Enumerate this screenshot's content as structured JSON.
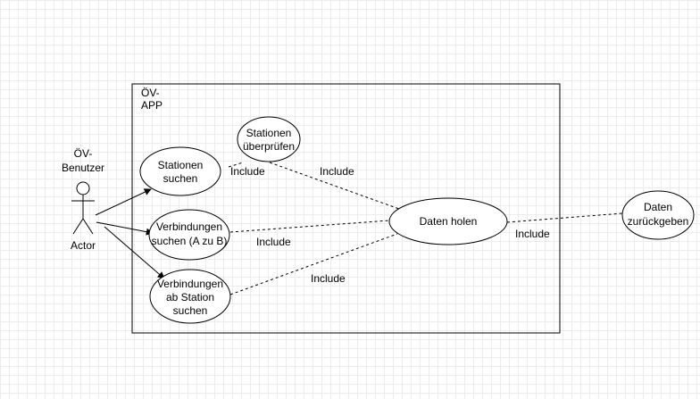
{
  "system": {
    "title_lines": [
      "ÖV-",
      "APP"
    ]
  },
  "actor": {
    "name_lines": [
      "ÖV-",
      "Benutzer"
    ],
    "label": "Actor"
  },
  "use_cases": {
    "stationen_suchen": [
      "Stationen",
      "suchen"
    ],
    "stationen_ueberpruefen": [
      "Stationen",
      "überprüfen"
    ],
    "verbindungen_suchen": [
      "Verbindungen",
      "suchen (A zu B)"
    ],
    "verbindungen_ab_station": [
      "Verbindungen",
      "ab Station",
      "suchen"
    ],
    "daten_holen": [
      "Daten holen"
    ],
    "daten_zurueckgeben": [
      "Daten",
      "zurückgeben"
    ]
  },
  "relations": {
    "include_1": "Include",
    "include_2": "Include",
    "include_3": "Include",
    "include_4": "Include",
    "include_5": "Include"
  },
  "colors": {
    "stroke": "#000000",
    "fill": "#ffffff",
    "grid": "#ececec"
  }
}
